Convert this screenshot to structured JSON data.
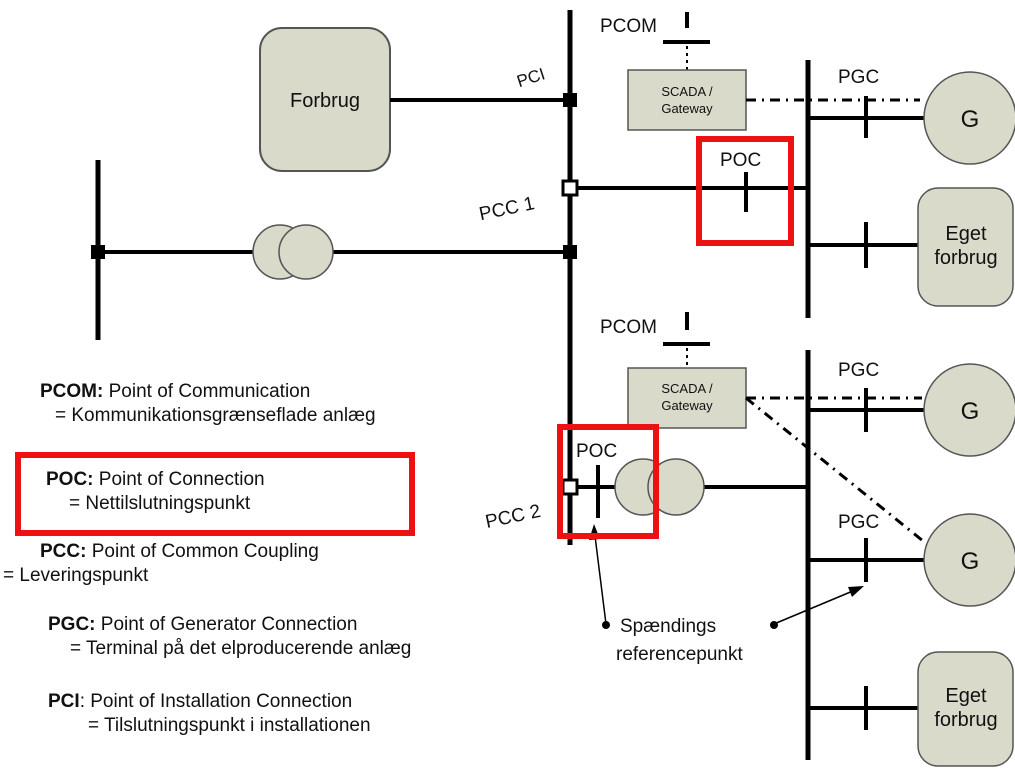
{
  "diagram": {
    "nodes": {
      "forbrug": "Forbrug",
      "scada_top": "SCADA /\nGateway",
      "scada_bottom": "SCADA /\nGateway",
      "gen1": "G",
      "gen2": "G",
      "gen3": "G",
      "load_top": "Eget\nforbrug",
      "load_bottom": "Eget\nforbrug"
    },
    "labels": {
      "pci": "PCI",
      "pcom_top": "PCOM",
      "pcom_bottom": "PCOM",
      "pgc_top": "PGC",
      "pgc_mid": "PGC",
      "pgc_low": "PGC",
      "poc_top": "POC",
      "poc_bottom": "POC",
      "pcc1": "PCC 1",
      "pcc2": "PCC 2",
      "voltage_ref_1": "Spændings",
      "voltage_ref_2": "referencepunkt"
    },
    "legend": [
      {
        "abbr": "PCOM:",
        "name": " Point of Communication",
        "desc": "= Kommunikationsgrænseflade anlæg"
      },
      {
        "abbr": "POC:",
        "name": " Point of Connection",
        "desc": "= Nettilslutningspunkt"
      },
      {
        "abbr": "PCC:",
        "name": " Point of Common Coupling",
        "desc": "= Leveringspunkt"
      },
      {
        "abbr": "PGC:",
        "name": " Point of Generator Connection",
        "desc": "= Terminal på det elproducerende anlæg"
      },
      {
        "abbr": "PCI",
        "name": ": Point of Installation Connection",
        "desc": "= Tilslutningspunkt i installationen"
      }
    ]
  },
  "colors": {
    "line": "#000000",
    "box_fill": "#dadacb",
    "box_stroke": "#555555",
    "highlight": "#ee1111"
  }
}
